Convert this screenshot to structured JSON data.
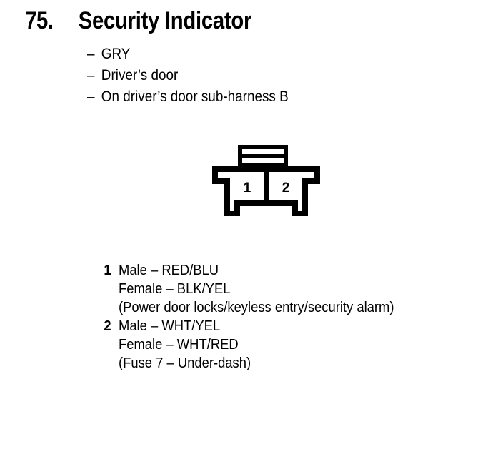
{
  "page": {
    "background_color": "#ffffff",
    "ink_color": "#000000"
  },
  "heading": {
    "number": "75.",
    "title": "Security Indicator"
  },
  "attributes": [
    {
      "dash": "–",
      "text": "GRY"
    },
    {
      "dash": "–",
      "text": "Driver’s door"
    },
    {
      "dash": "–",
      "text": "On driver’s door sub-harness B"
    }
  ],
  "connector": {
    "name": "2-pin connector diagram",
    "cavity_count": 2,
    "cavity_labels": [
      "1",
      "2"
    ],
    "latch_slots": 2,
    "outline_color": "#000000",
    "fill_color": "#ffffff"
  },
  "pins": [
    {
      "index": "1",
      "lines": [
        "Male – RED/BLU",
        "Female – BLK/YEL",
        "(Power door locks/keyless entry/security alarm)"
      ]
    },
    {
      "index": "2",
      "lines": [
        "Male – WHT/YEL",
        "Female – WHT/RED",
        "(Fuse 7 – Under-dash)"
      ]
    }
  ]
}
